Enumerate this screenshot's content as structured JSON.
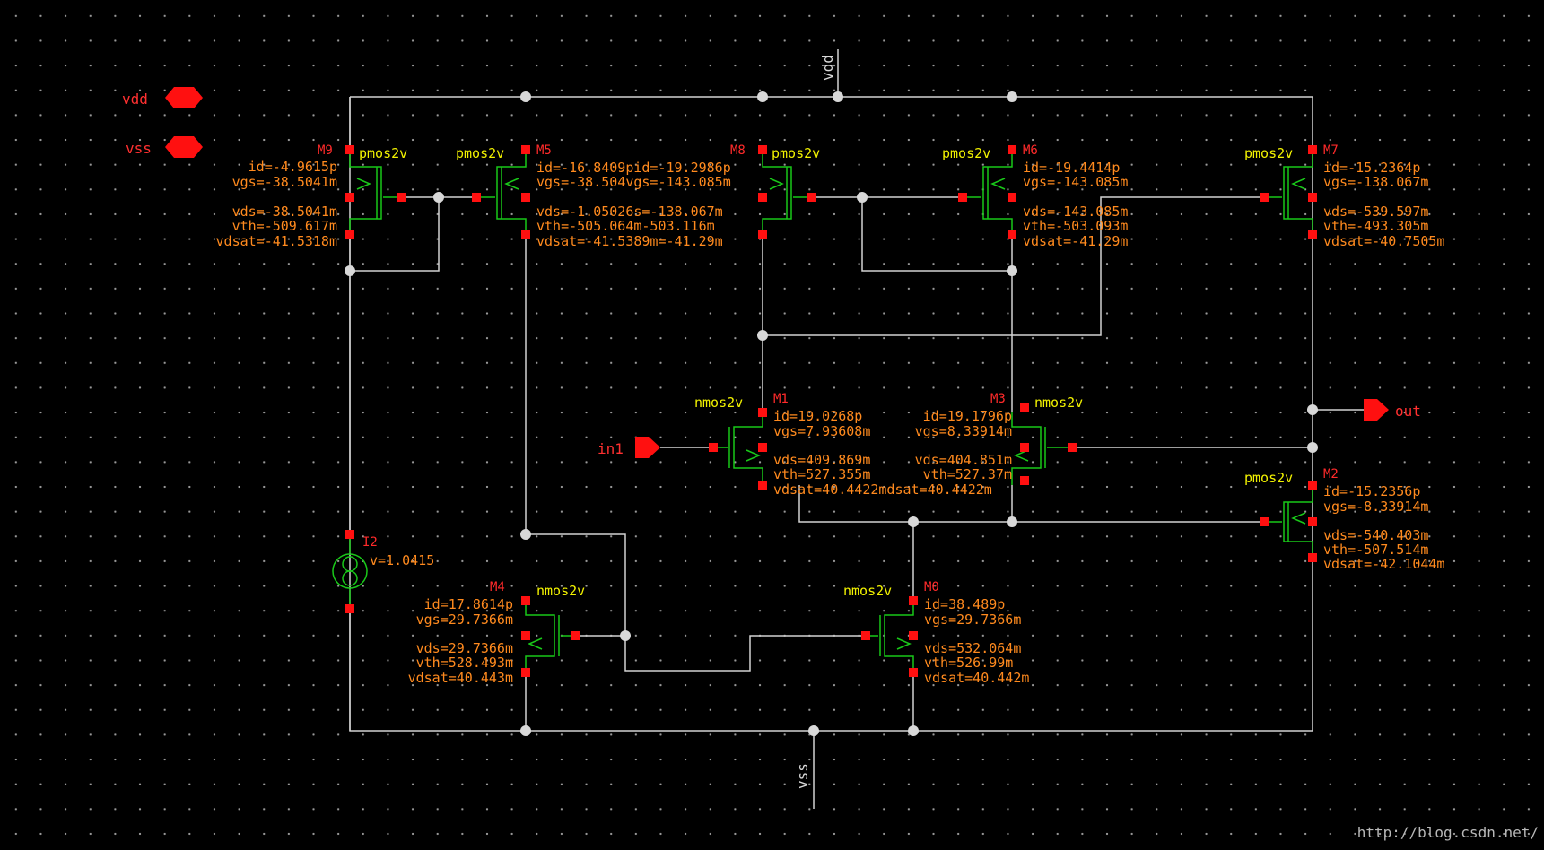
{
  "pins": {
    "vdd": "vdd",
    "vss": "vss",
    "in1": "in1",
    "out": "out"
  },
  "nets": {
    "vdd": "vdd",
    "vss": "vss"
  },
  "source_I2": {
    "name": "I2",
    "value": "v=1.0415"
  },
  "devices": {
    "M9": {
      "name": "M9",
      "type": "pmos2v",
      "id": "id=-4.9615p",
      "vgs": "vgs=-38.5041m",
      "vds": "vds=-38.5041m",
      "vth": "vth=-509.617m",
      "vdsat": "vdsat=-41.5318m"
    },
    "M5": {
      "name": "M5",
      "type": "pmos2v",
      "id": "id=-16.8409pid=-19.2986p",
      "vgs": "vgs=-38.504vgs=-143.085m",
      "vds": "vds=-1.05026s=-138.067m",
      "vth": "vth=-505.064m-503.116m",
      "vdsat": "vdsat=-41.5389m=-41.29m"
    },
    "M8": {
      "name": "M8",
      "type": "pmos2v"
    },
    "M6": {
      "name": "M6",
      "type": "pmos2v",
      "id": "id=-19.4414p",
      "vgs": "vgs=-143.085m",
      "vds": "vds=-143.085m",
      "vth": "vth=-503.093m",
      "vdsat": "vdsat=-41.29m"
    },
    "M7": {
      "name": "M7",
      "type": "pmos2v",
      "id": "id=-15.2364p",
      "vgs": "vgs=-138.067m",
      "vds": "vds=-539.597m",
      "vth": "vth=-493.305m",
      "vdsat": "vdsat=-40.7505m"
    },
    "M1": {
      "name": "M1",
      "type": "nmos2v",
      "id": "id=19.0268p",
      "vgs": "vgs=7.93608m",
      "vds": "vds=409.869m",
      "vth": "vth=527.355m",
      "vdsat": "vdsat=40.4422mdsat=40.4422m"
    },
    "M3": {
      "name": "M3",
      "type": "nmos2v",
      "id": "id=19.1796p",
      "vgs": "vgs=8.33914m",
      "vds": "vds=404.851m",
      "vth": "vth=527.37m"
    },
    "M2": {
      "name": "M2",
      "type": "pmos2v",
      "id": "id=-15.2356p",
      "vgs": "vgs=-8.33914m",
      "vds": "vds=-540.403m",
      "vth": "vth=-507.514m",
      "vdsat": "vdsat=-42.1044m"
    },
    "M4": {
      "name": "M4",
      "type": "nmos2v",
      "id": "id=17.8614p",
      "vgs": "vgs=29.7366m",
      "vds": "vds=29.7366m",
      "vth": "vth=528.493m",
      "vdsat": "vdsat=40.443m"
    },
    "M0": {
      "name": "M0",
      "type": "nmos2v",
      "id": "id=38.489p",
      "vgs": "vgs=29.7366m",
      "vds": "vds=532.064m",
      "vth": "vth=526.99m",
      "vdsat": "vdsat=40.442m"
    }
  },
  "watermark": "http://blog.csdn.net/",
  "colors": {
    "background": "#000000",
    "wire": "#d2d2d2",
    "device": "#19c819",
    "pin": "#ff1010",
    "param": "#ff8a1e",
    "instance_name": "#ff2a2a",
    "device_type": "#f2f200"
  }
}
